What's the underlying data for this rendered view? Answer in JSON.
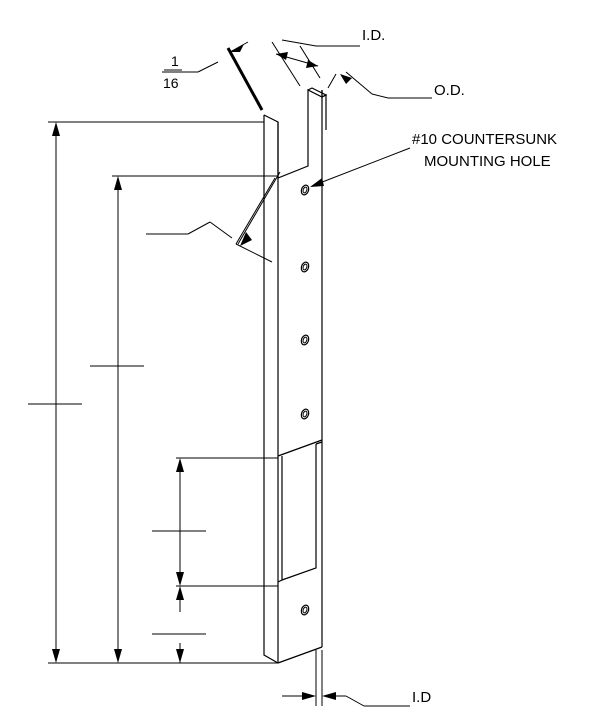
{
  "labels": {
    "fraction_numerator": "1",
    "fraction_denominator": "16",
    "inner_diameter_top": "I.D.",
    "outer_diameter": "O.D.",
    "callout_line1": "#10 COUNTERSUNK",
    "callout_line2": "MOUNTING HOLE",
    "inner_diameter_bottom": "I.D"
  },
  "holes": {
    "count": 5
  }
}
